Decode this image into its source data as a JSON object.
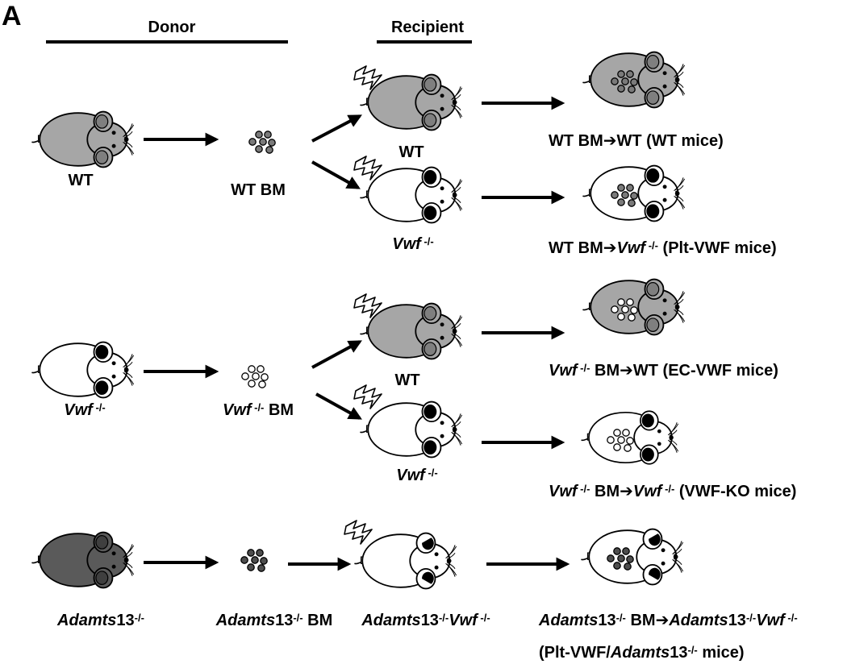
{
  "panel_letter": "A",
  "headers": {
    "donor": "Donor",
    "recipient": "Recipient"
  },
  "colors": {
    "wt": "#a6a6a6",
    "wt_ear": "#7f7f7f",
    "ko": "#ffffff",
    "adamts": "#5a5a5a",
    "adamts_ear": "#3f3f3f",
    "dot_grey": "#7a7a7a",
    "dot_dark": "#4d4d4d"
  },
  "rows": [
    {
      "donor": {
        "italic": "",
        "sup": "",
        "plain": "WT",
        "fill": "wt"
      },
      "bm": {
        "italic": "",
        "sup": "",
        "plain": "WT BM",
        "dots": "grey"
      },
      "recipients": [
        {
          "italic": "",
          "sup": "",
          "plain": "WT",
          "fill": "wt",
          "result_parts": [
            {
              "t": "WT BM",
              "i": false,
              "s": false
            },
            {
              "t": "➔",
              "i": false,
              "s": false
            },
            {
              "t": "WT (WT mice)",
              "i": false,
              "s": false
            }
          ],
          "result_fill": "wt",
          "result_dots": "grey"
        },
        {
          "italic": "Vwf",
          "sup": "-/-",
          "plain": "",
          "fill": "ko",
          "result_parts": [
            {
              "t": "WT BM",
              "i": false,
              "s": false
            },
            {
              "t": "➔",
              "i": false,
              "s": false
            },
            {
              "t": "Vwf",
              "i": true,
              "s": false
            },
            {
              "t": " -/-",
              "i": false,
              "s": true
            },
            {
              "t": " (Plt-VWF mice)",
              "i": false,
              "s": false
            }
          ],
          "result_fill": "ko",
          "result_dots": "grey"
        }
      ]
    },
    {
      "donor": {
        "italic": "Vwf",
        "sup": "-/-",
        "plain": "",
        "fill": "ko"
      },
      "bm": {
        "italic": "Vwf",
        "sup": "-/-",
        "plain": " BM",
        "dots": "open"
      },
      "recipients": [
        {
          "italic": "",
          "sup": "",
          "plain": "WT",
          "fill": "wt",
          "result_parts": [
            {
              "t": "Vwf",
              "i": true,
              "s": false
            },
            {
              "t": " -/-",
              "i": false,
              "s": true
            },
            {
              "t": " BM",
              "i": false,
              "s": false
            },
            {
              "t": "➔",
              "i": false,
              "s": false
            },
            {
              "t": "WT (EC-VWF mice)",
              "i": false,
              "s": false
            }
          ],
          "result_fill": "wt",
          "result_dots": "open"
        },
        {
          "italic": "Vwf",
          "sup": "-/-",
          "plain": "",
          "fill": "ko",
          "result_parts": [
            {
              "t": "Vwf",
              "i": true,
              "s": false
            },
            {
              "t": " -/-",
              "i": false,
              "s": true
            },
            {
              "t": " BM",
              "i": false,
              "s": false
            },
            {
              "t": "➔",
              "i": false,
              "s": false
            },
            {
              "t": "Vwf",
              "i": true,
              "s": false
            },
            {
              "t": " -/-",
              "i": false,
              "s": true
            },
            {
              "t": " (VWF-KO mice)",
              "i": false,
              "s": false
            }
          ],
          "result_fill": "ko",
          "result_dots": "open"
        }
      ]
    },
    {
      "donor": {
        "italic": "Adamts",
        "sup": "-/-",
        "plain": "13",
        "fill": "adamts"
      },
      "bm": {
        "italic": "Adamts",
        "sup": "-/-",
        "plain": "13",
        "suffix": " BM",
        "dots": "dark"
      },
      "recipients": [
        {
          "label_parts": [
            {
              "t": "Adamts",
              "i": true,
              "s": false
            },
            {
              "t": "13",
              "i": false,
              "s": false
            },
            {
              "t": "-/-",
              "i": false,
              "s": true
            },
            {
              "t": "Vwf",
              "i": true,
              "s": false
            },
            {
              "t": " -/-",
              "i": false,
              "s": true
            }
          ],
          "fill": "ko",
          "result_parts": [
            {
              "t": "Adamts",
              "i": true,
              "s": false
            },
            {
              "t": "13",
              "i": false,
              "s": false
            },
            {
              "t": "-/-",
              "i": false,
              "s": true
            },
            {
              "t": " BM",
              "i": false,
              "s": false
            },
            {
              "t": "➔",
              "i": false,
              "s": false
            },
            {
              "t": "Adamts",
              "i": true,
              "s": false
            },
            {
              "t": "13",
              "i": false,
              "s": false
            },
            {
              "t": "-/-",
              "i": false,
              "s": true
            },
            {
              "t": "Vwf",
              "i": true,
              "s": false
            },
            {
              "t": " -/-",
              "i": false,
              "s": true
            }
          ],
          "result_parts_2": [
            {
              "t": "(Plt-VWF/",
              "i": false,
              "s": false
            },
            {
              "t": "Adamts",
              "i": true,
              "s": false
            },
            {
              "t": "13",
              "i": false,
              "s": false
            },
            {
              "t": "-/-",
              "i": false,
              "s": true
            },
            {
              "t": " mice)",
              "i": false,
              "s": false
            }
          ],
          "result_fill": "ko",
          "result_dots": "dark"
        }
      ]
    }
  ]
}
